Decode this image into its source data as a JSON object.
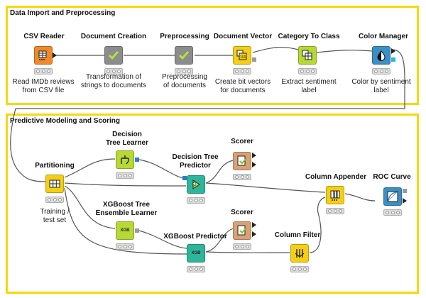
{
  "annotations": {
    "import": "Data Import and Preprocessing",
    "modeling": "Predictive Modeling and Scoring"
  },
  "nodes": {
    "csv_reader": {
      "label": "CSV Reader",
      "desc1": "Read IMDb reviews",
      "desc2": "from CSV file"
    },
    "document_creation": {
      "label": "Document Creation",
      "desc1": "Transformation of",
      "desc2": "strings to documents"
    },
    "preprocessing": {
      "label": "Preprocessing",
      "desc1": "Preprocessing",
      "desc2": "of documents"
    },
    "document_vector": {
      "label": "Document Vector",
      "desc1": "Create bit vectors",
      "desc2": "for documents"
    },
    "category_to_class": {
      "label": "Category To Class",
      "desc1": "Extract sentiment",
      "desc2": "label"
    },
    "color_manager": {
      "label": "Color Manager",
      "desc1": "Color by sentiment",
      "desc2": "label"
    },
    "partitioning": {
      "label": "Partitioning",
      "desc1": "Training /",
      "desc2": "test set"
    },
    "dt_learner": {
      "label1": "Decision",
      "label2": "Tree Learner"
    },
    "dt_predictor": {
      "label1": "Decision Tree",
      "label2": "Predictor"
    },
    "scorer_top": {
      "label": "Scorer"
    },
    "xgb_learner": {
      "label1": "XGBoost Tree",
      "label2": "Ensemble Learner",
      "icon_text": "XGB"
    },
    "xgb_predictor": {
      "label": "XGBoost Predictor",
      "icon_text": "XGB"
    },
    "scorer_bottom": {
      "label": "Scorer"
    },
    "column_appender": {
      "label": "Column Appender"
    },
    "column_filter": {
      "label": "Column Filter"
    },
    "roc_curve": {
      "label": "ROC Curve"
    }
  },
  "colors": {
    "annotation_border": "#f5d90a",
    "reader_orange": "#f0892b",
    "manipulator_yellow": "#f5cf16",
    "learner_green": "#b6d935",
    "predictor_teal": "#2fb59b",
    "visualizer_blue": "#3b8fc4",
    "meta_gray": "#8c8c8c",
    "scorer_tan": "#d9a176",
    "check_green": "#b5e13a"
  }
}
